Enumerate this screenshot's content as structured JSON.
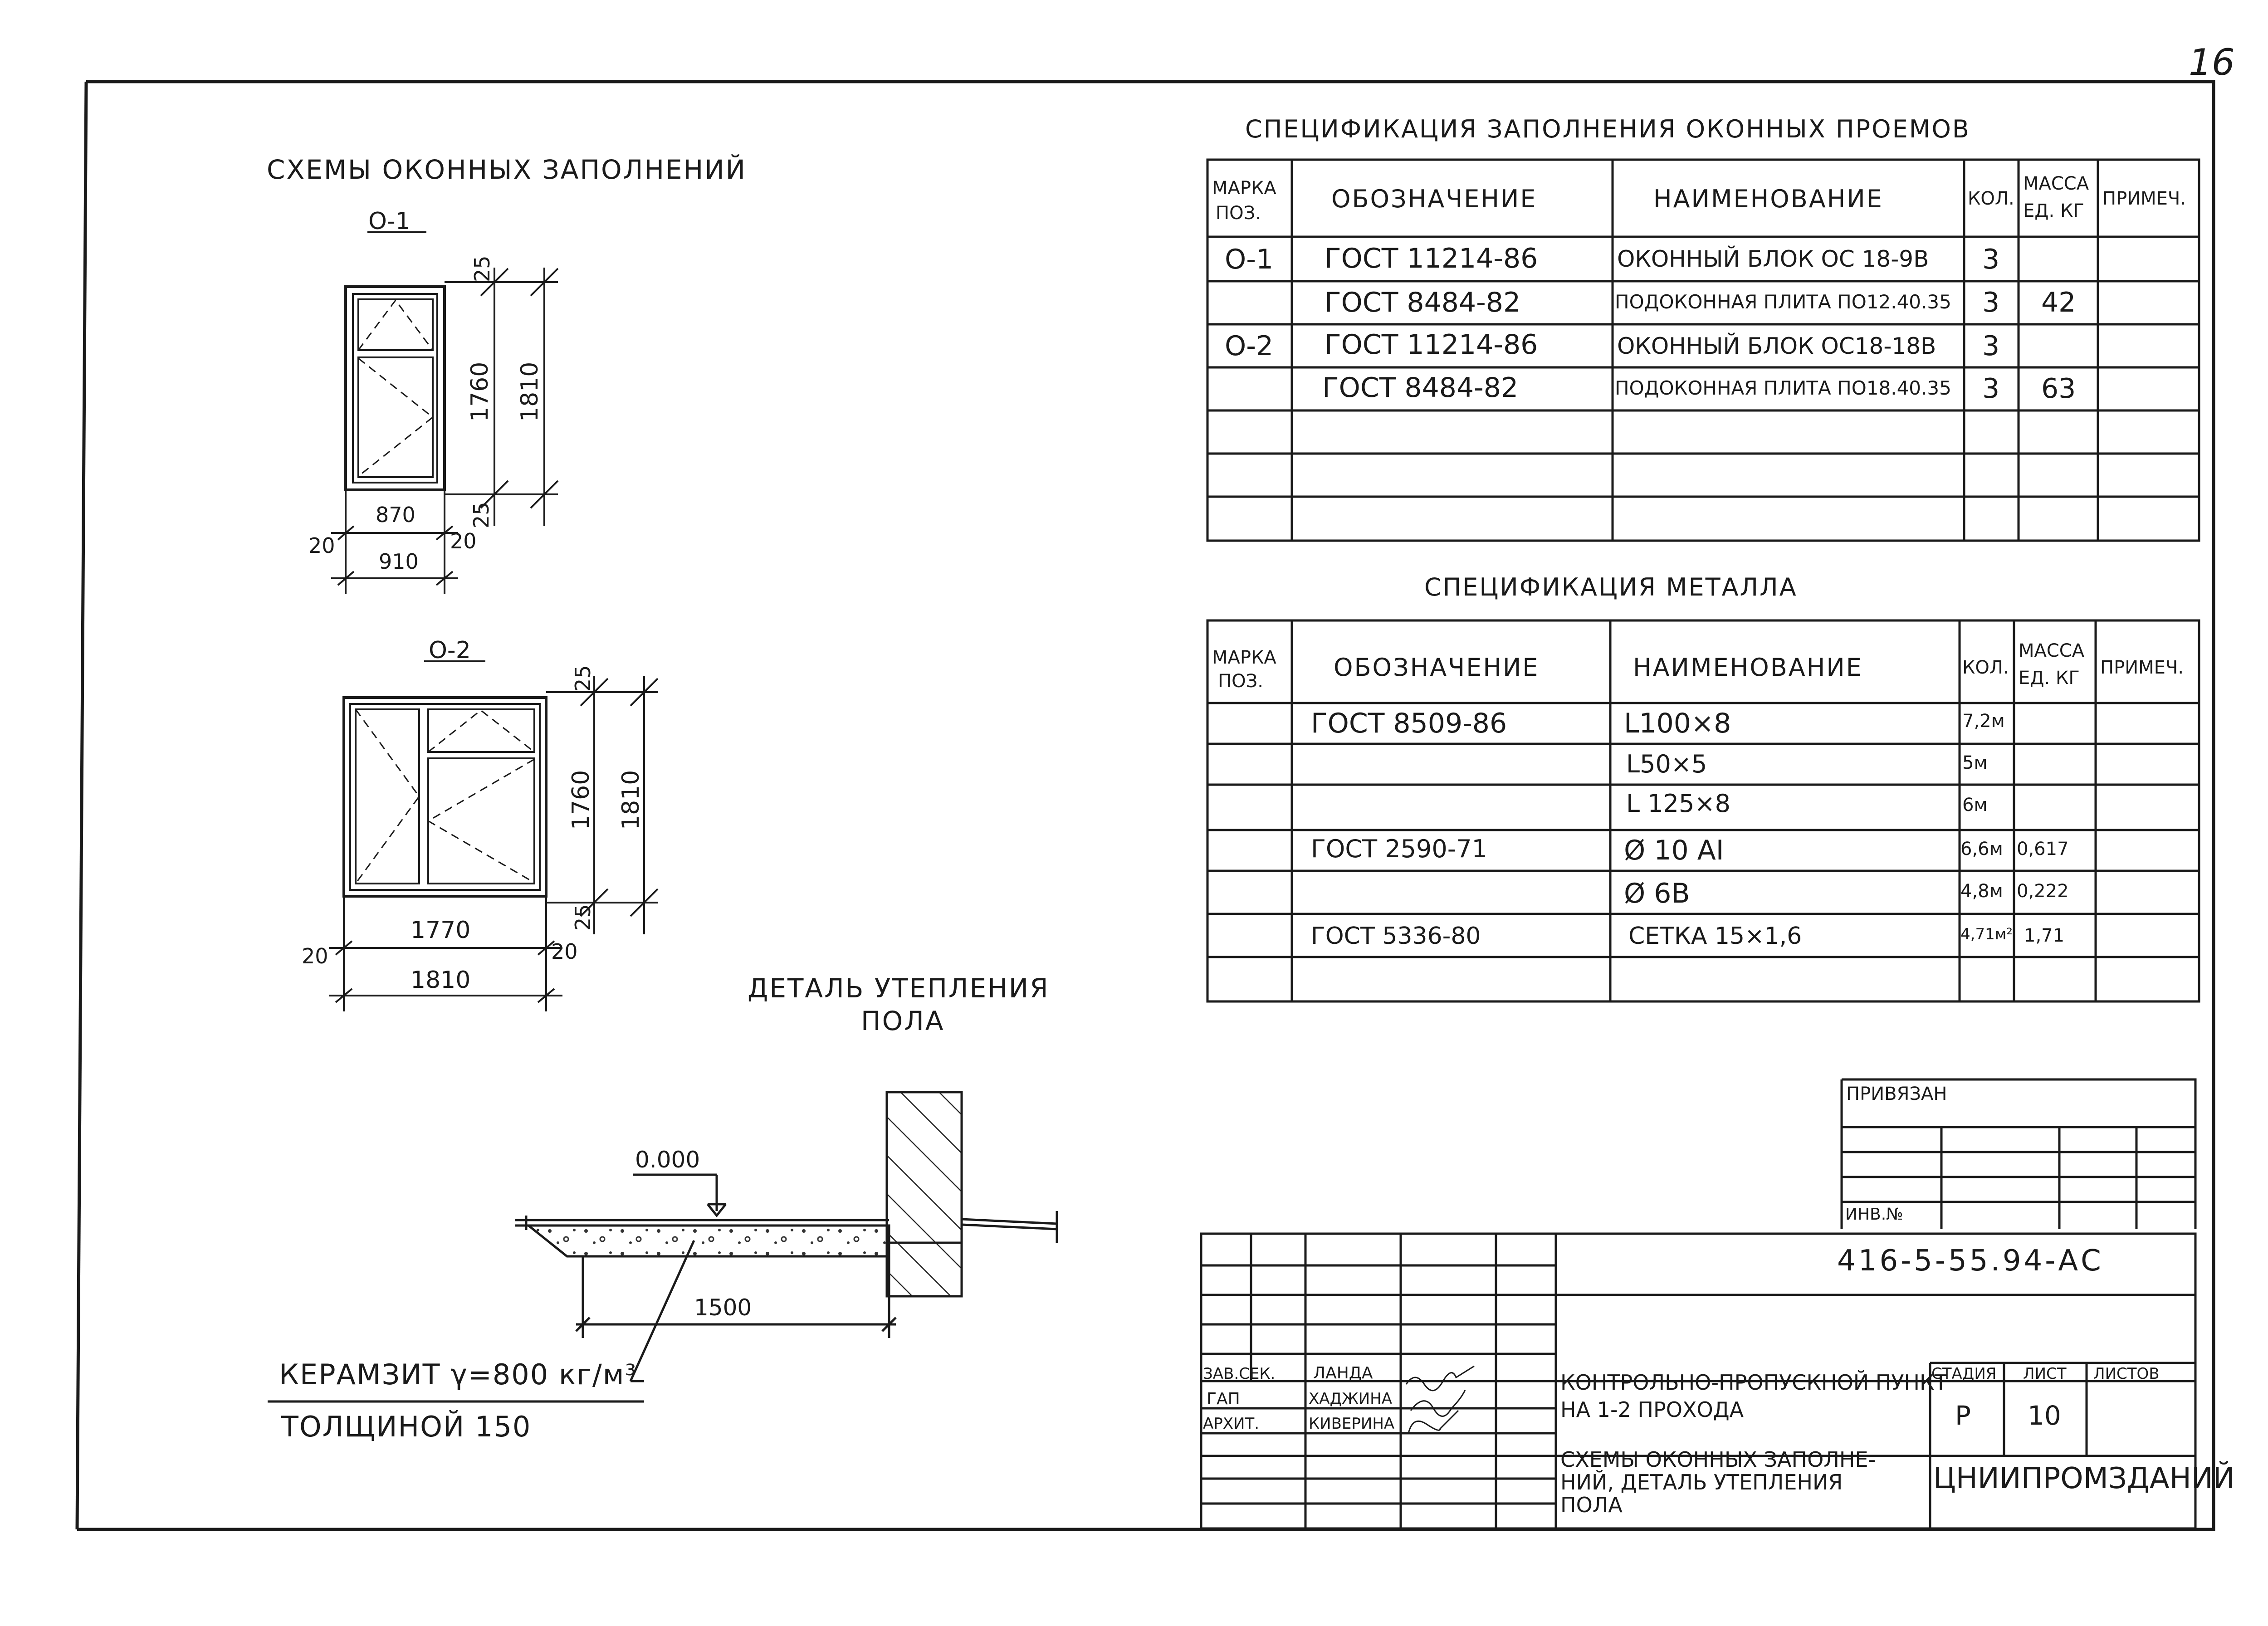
{
  "page_number": "16",
  "window_schemes": {
    "title": "СХЕМЫ ОКОННЫХ ЗАПОЛНЕНИЙ",
    "o1": {
      "label": "О-1",
      "inner_height": "1760",
      "outer_height": "1810",
      "inner_width": "870",
      "outer_width": "910",
      "gap_top": "25",
      "gap_bottom": "25",
      "side_left": "20",
      "side_right": "20"
    },
    "o2": {
      "label": "О-2",
      "inner_height": "1760",
      "outer_height": "1810",
      "inner_width": "1770",
      "outer_width": "1810",
      "gap_top": "25",
      "gap_bottom": "25",
      "side_left": "20",
      "side_right": "20"
    }
  },
  "window_spec": {
    "title": "СПЕЦИФИКАЦИЯ ЗАПОЛНЕНИЯ ОКОННЫХ ПРОЕМОВ",
    "headers": {
      "mark1": "МАРКА",
      "mark2": "ПОЗ.",
      "designation": "ОБОЗНАЧЕНИЕ",
      "name": "НАИМЕНОВАНИЕ",
      "qty": "КОЛ.",
      "mass1": "МАССА",
      "mass2": "ЕД. КГ",
      "note": "ПРИМЕЧ."
    },
    "rows": [
      {
        "mark": "О-1",
        "designation": "ГОСТ 11214-86",
        "name": "ОКОННЫЙ БЛОК ОС 18-9В",
        "qty": "3",
        "mass": "",
        "note": ""
      },
      {
        "mark": "",
        "designation": "ГОСТ 8484-82",
        "name": "ПОДОКОННАЯ ПЛИТА ПО12.40.35",
        "qty": "3",
        "mass": "42",
        "note": ""
      },
      {
        "mark": "О-2",
        "designation": "ГОСТ 11214-86",
        "name": "ОКОННЫЙ БЛОК ОС18-18В",
        "qty": "3",
        "mass": "",
        "note": ""
      },
      {
        "mark": "",
        "designation": "ГОСТ 8484-82",
        "name": "ПОДОКОННАЯ ПЛИТА ПО18.40.35",
        "qty": "3",
        "mass": "63",
        "note": ""
      }
    ]
  },
  "metal_spec": {
    "title": "СПЕЦИФИКАЦИЯ МЕТАЛЛА",
    "headers": {
      "mark1": "МАРКА",
      "mark2": "ПОЗ.",
      "designation": "ОБОЗНАЧЕНИЕ",
      "name": "НАИМЕНОВАНИЕ",
      "qty": "КОЛ.",
      "mass1": "МАССА",
      "mass2": "ЕД. КГ",
      "note": "ПРИМЕЧ."
    },
    "rows": [
      {
        "designation": "ГОСТ 8509-86",
        "name": "L100×8",
        "qty": "7,2м",
        "mass": ""
      },
      {
        "designation": "",
        "name": "L50×5",
        "qty": "5м",
        "mass": ""
      },
      {
        "designation": "",
        "name": "L 125×8",
        "qty": "6м",
        "mass": ""
      },
      {
        "designation": "ГОСТ 2590-71",
        "name": "Ø 10 АI",
        "qty": "6,6м",
        "mass": "0,617"
      },
      {
        "designation": "",
        "name": "Ø 6В",
        "qty": "4,8м",
        "mass": "0,222"
      },
      {
        "designation": "ГОСТ 5336-80",
        "name": "СЕТКА 15×1,6",
        "qty": "4,71м²",
        "mass": "1,71"
      }
    ]
  },
  "floor_detail": {
    "title1": "ДЕТАЛЬ УТЕПЛЕНИЯ",
    "title2": "ПОЛА",
    "level": "0.000",
    "width": "1500",
    "material1": "КЕРАМЗИТ γ=800 кг/м³",
    "material2": "ТОЛЩИНОЙ 150"
  },
  "stamp": {
    "bound": "ПРИВЯЗАН",
    "inv": "ИНВ.№",
    "code": "416-5-55.94-АС",
    "roles": [
      {
        "role": "ЗАВ.СЕК.",
        "name": "ЛАНДА"
      },
      {
        "role": "ГАП",
        "name": "ХАДЖИНА"
      },
      {
        "role": "АРХИТ.",
        "name": "КИВЕРИНА"
      }
    ],
    "project1": "КОНТРОЛЬНО-ПРОПУСКНОЙ ПУНКТ",
    "project2": "НА 1-2 ПРОХОДА",
    "stage_label": "СТАДИЯ",
    "sheet_label": "ЛИСТ",
    "sheets_label": "ЛИСТОВ",
    "stage": "Р",
    "sheet": "10",
    "sheets": "",
    "drawing1": "СХЕМЫ ОКОННЫХ ЗАПОЛНЕ-",
    "drawing2": "НИЙ, ДЕТАЛЬ УТЕПЛЕНИЯ",
    "drawing3": "ПОЛА",
    "org": "ЦНИИПРОМЗДАНИЙ"
  }
}
